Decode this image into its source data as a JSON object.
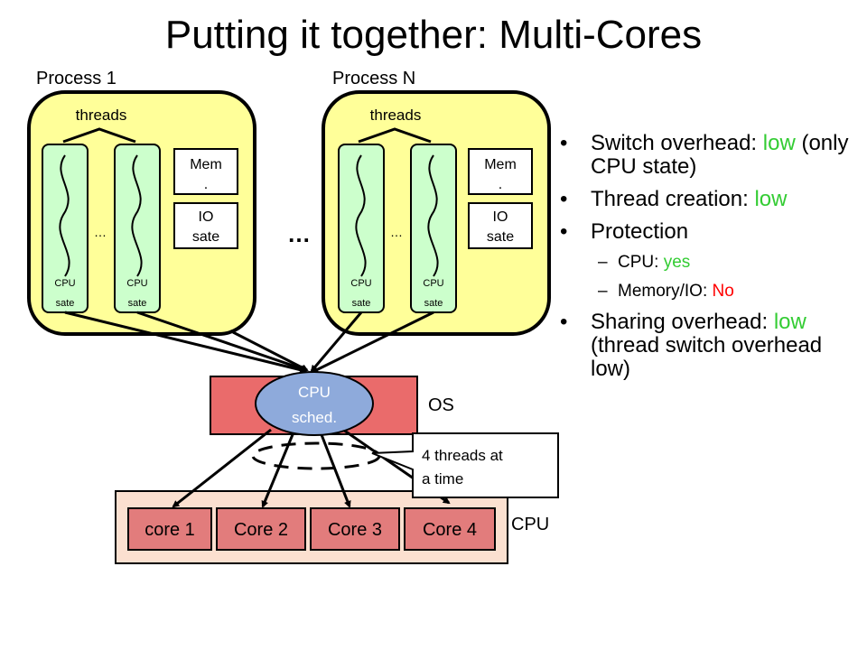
{
  "title": "Putting it together: Multi-Cores",
  "processes": [
    {
      "label": "Process 1",
      "threads_label": "threads",
      "mem_label": "Mem",
      "mem_dot": ".",
      "io_line1": "IO",
      "io_line2": "sate",
      "cpu_line1": "CPU",
      "cpu_line2": "sate",
      "dots": "…"
    },
    {
      "label": "Process N",
      "threads_label": "threads",
      "mem_label": "Mem",
      "mem_dot": ".",
      "io_line1": "IO",
      "io_line2": "sate",
      "cpu_line1": "CPU",
      "cpu_line2": "sate",
      "dots": "…"
    }
  ],
  "between_dots": "…",
  "os": {
    "sched_line1": "CPU",
    "sched_line2": "sched.",
    "label": "OS"
  },
  "cpu": {
    "cores": [
      "core 1",
      "Core 2",
      "Core 3",
      "Core 4"
    ],
    "label": "CPU"
  },
  "callout": {
    "line1": "4 threads at",
    "line2": "a time"
  },
  "bullets": {
    "switch": {
      "prefix": "Switch overhead: ",
      "value": "low",
      "suffix": " (only CPU state)"
    },
    "creation": {
      "prefix": "Thread creation: ",
      "value": "low"
    },
    "protection": "Protection",
    "cpu": {
      "prefix": "CPU: ",
      "value": "yes"
    },
    "memio": {
      "prefix": "Memory/IO: ",
      "value": "No"
    },
    "sharing": {
      "prefix": "Sharing overhead: ",
      "value": "low",
      "suffix": " (thread switch overhead low)"
    }
  },
  "colors": {
    "process_fill": "#ffff99",
    "thread_fill": "#ccffcc",
    "os_fill": "#ea6b6b",
    "sched_fill": "#8eaadb",
    "cpu_fill": "#fbe0d0",
    "core_fill": "#e27c7c",
    "highlight_green": "#33cc33",
    "highlight_red": "#ff0000"
  }
}
